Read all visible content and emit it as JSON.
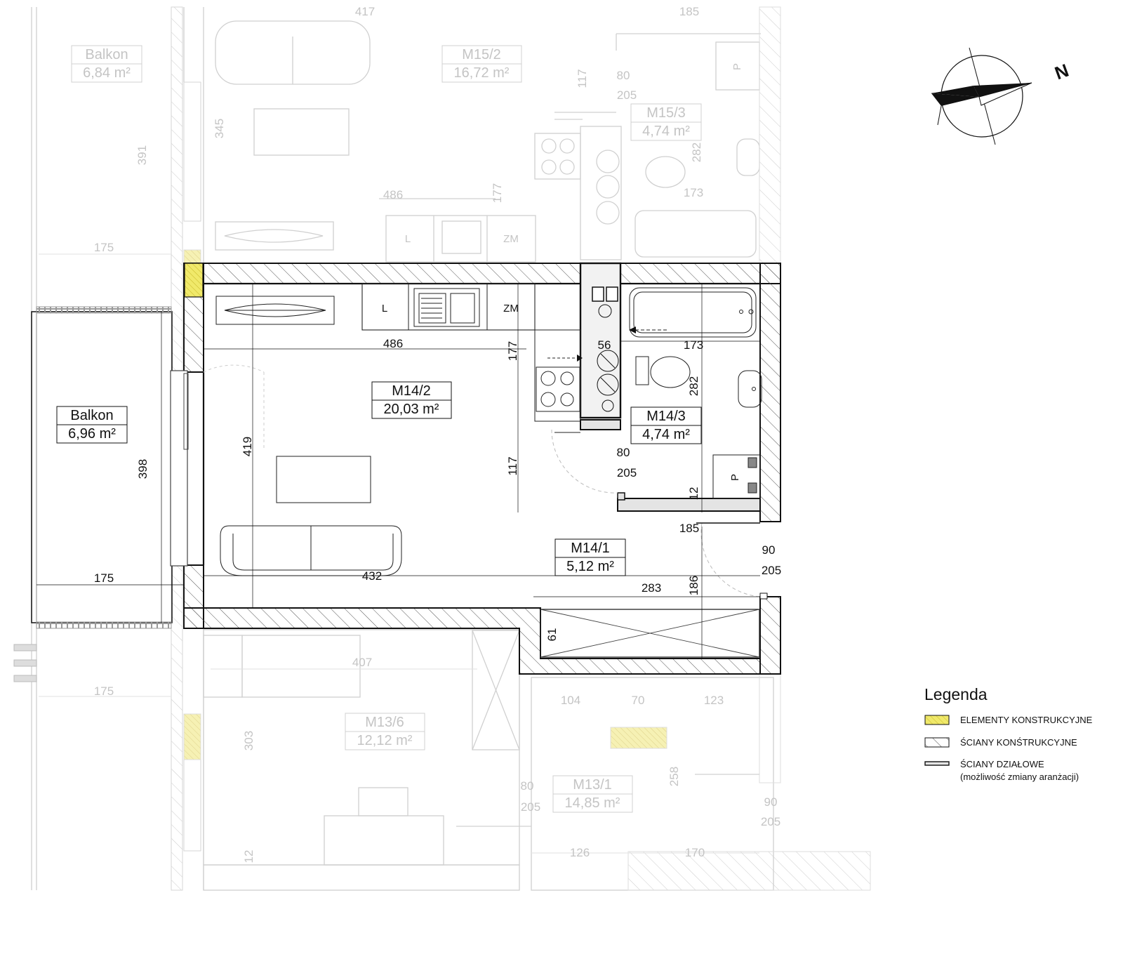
{
  "plan": {
    "compass_label": "N",
    "rooms": [
      {
        "id": "M14/2",
        "area": "20,03 m²"
      },
      {
        "id": "M14/1",
        "area": "5,12 m²"
      },
      {
        "id": "M14/3",
        "area": "4,74 m²"
      },
      {
        "id": "Balkon",
        "area": "6,96 m²"
      }
    ],
    "neighbor_rooms": [
      {
        "id": "Balkon",
        "area": "6,84 m²"
      },
      {
        "id": "M15/2",
        "area": "16,72 m²"
      },
      {
        "id": "M15/3",
        "area": "4,74 m²"
      },
      {
        "id": "M13/6",
        "area": "12,12 m²"
      },
      {
        "id": "M13/1",
        "area": "14,85 m²"
      }
    ],
    "kitchen_labels": {
      "sink_side": "L",
      "fridge_side": "ZM",
      "cabinet": "P"
    },
    "dimensions": [
      "486",
      "177",
      "56",
      "173",
      "282",
      "419",
      "398",
      "117",
      "80",
      "205",
      "12",
      "185",
      "90",
      "205",
      "432",
      "175",
      "283",
      "186",
      "61"
    ],
    "neighbor_dimensions": [
      "417",
      "185",
      "80",
      "205",
      "117",
      "345",
      "391",
      "282",
      "486",
      "177",
      "173",
      "175",
      "407",
      "104",
      "70",
      "123",
      "303",
      "258",
      "80",
      "205",
      "90",
      "205",
      "126",
      "170",
      "12",
      "175"
    ]
  },
  "legend": {
    "title": "Legenda",
    "items": [
      {
        "text": "ELEMENTY KONSTRUKCYJNE",
        "swatch": "#f0e96a"
      },
      {
        "text": "ŚCIANY KONŚTRUKCYJNE",
        "swatch": "hatch"
      },
      {
        "text": "ŚCIANY DZIAŁOWE",
        "note": "(możliwość zmiany aranżacji)",
        "swatch": "outline"
      }
    ]
  },
  "colors": {
    "structural_element": "#f0e96a",
    "wall_line": "#111111",
    "faded": "#c8c8c8"
  }
}
